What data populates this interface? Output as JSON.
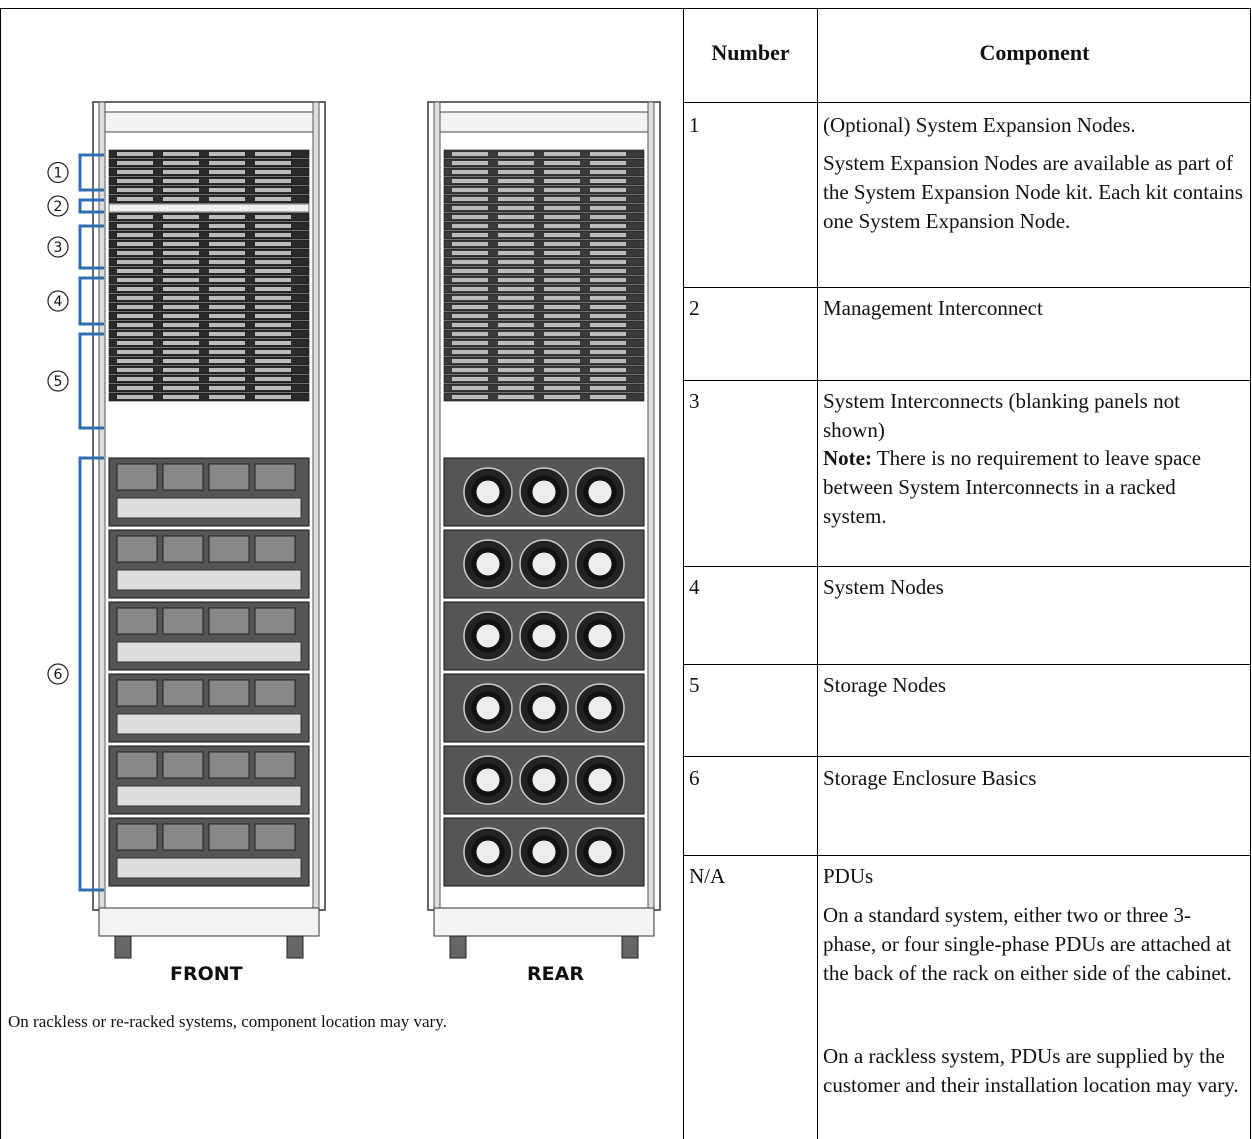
{
  "table": {
    "headers": {
      "number": "Number",
      "component": "Component"
    },
    "rows": [
      {
        "number": "1",
        "component": "(Optional) System Expansion Nodes.",
        "detail": "System Expansion Nodes are available as part of the System Expansion Node kit. Each kit contains one System Expansion Node."
      },
      {
        "number": "2",
        "component": "Management Interconnect"
      },
      {
        "number": "3",
        "component": "System Interconnects (blanking panels not shown)",
        "note_label": "Note:",
        "note_text": " There is no requirement to leave space between System Interconnects in a racked system."
      },
      {
        "number": "4",
        "component": "System Nodes"
      },
      {
        "number": "5",
        "component": "Storage Nodes"
      },
      {
        "number": "6",
        "component": "Storage Enclosure Basics"
      },
      {
        "number": "N/A",
        "component": "PDUs",
        "detail": "On a standard system, either two or three 3-phase, or four single-phase PDUs are attached at the back of the rack on either side of the cabinet.",
        "detail2": "On a rackless system, PDUs are supplied by the customer and their installation location may vary."
      }
    ]
  },
  "figure": {
    "front_label": "FRONT",
    "rear_label": "REAR",
    "callouts": [
      "1",
      "2",
      "3",
      "4",
      "5",
      "6"
    ],
    "caption": "On rackless or re-racked systems, component location may vary.",
    "bracket_color": "#2f6db5"
  }
}
